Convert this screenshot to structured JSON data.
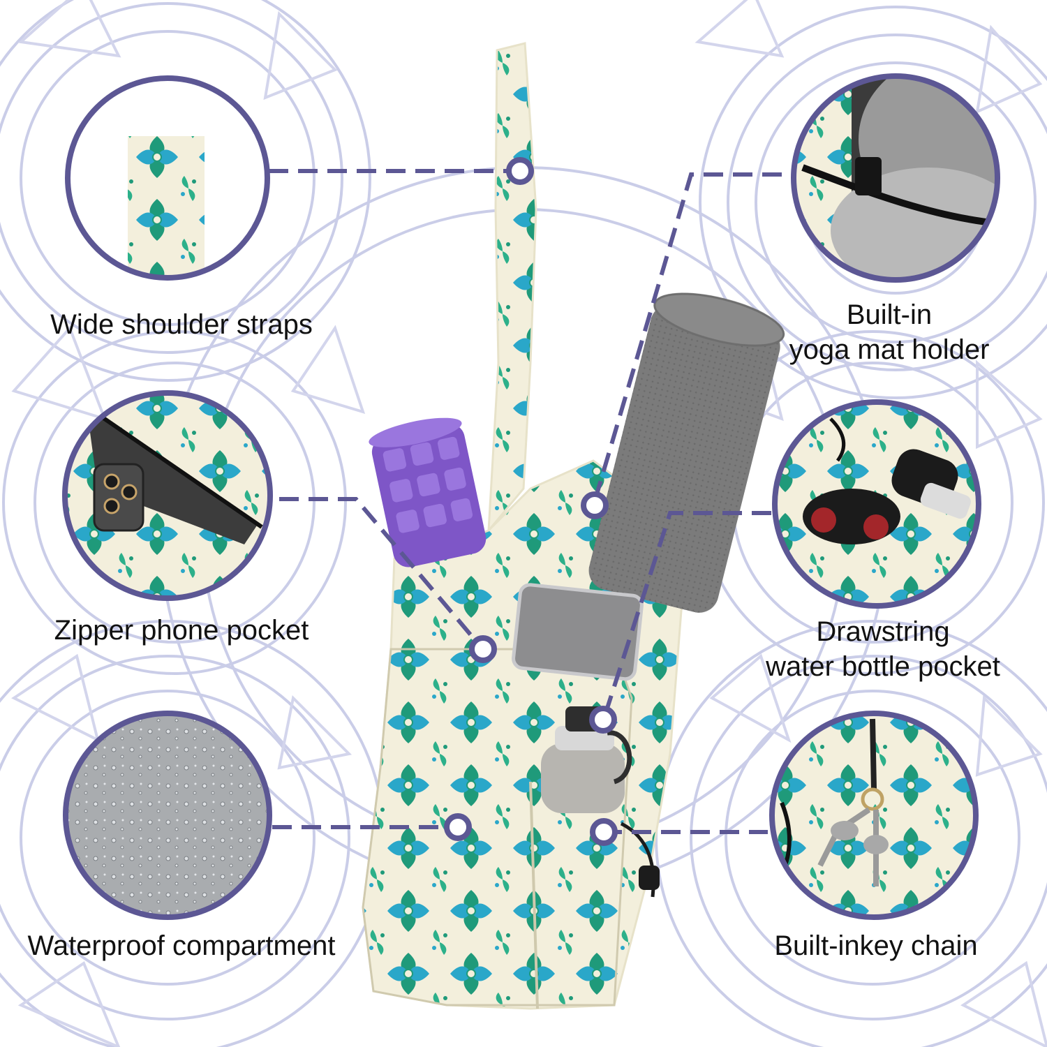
{
  "features": [
    {
      "id": "straps",
      "label_lines": [
        "Wide shoulder straps"
      ]
    },
    {
      "id": "mat-holder",
      "label_lines": [
        "Built-in",
        "yoga mat holder"
      ]
    },
    {
      "id": "phone-pocket",
      "label_lines": [
        "Zipper phone pocket"
      ]
    },
    {
      "id": "bottle-pocket",
      "label_lines": [
        "Drawstring",
        "water bottle pocket"
      ]
    },
    {
      "id": "waterproof",
      "label_lines": [
        "Waterproof compartment"
      ]
    },
    {
      "id": "key-chain",
      "label_lines": [
        "Built-inkey chain"
      ]
    }
  ],
  "colors": {
    "accent": "#5c5794",
    "mandala_line": "#b9bde0",
    "fabric_bg": "#f3efdc",
    "fabric_green": "#1f9a7a",
    "fabric_blue": "#2aa7c9",
    "yoga_mat": "#7a7a7a",
    "foam_roller": "#7e56c7"
  }
}
